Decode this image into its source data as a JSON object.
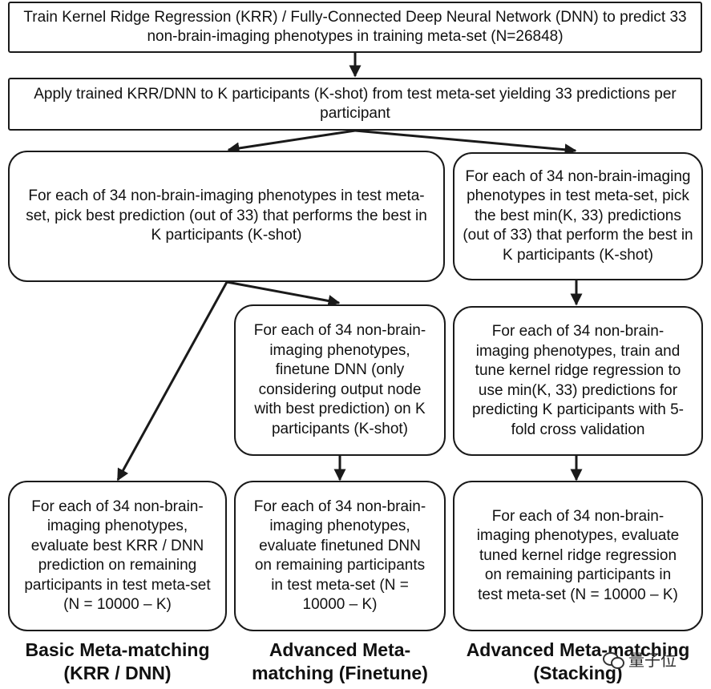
{
  "boxes": {
    "top": "Train Kernel Ridge Regression (KRR) / Fully-Connected Deep Neural Network (DNN) to predict 33 non-brain-imaging phenotypes in training meta-set (N=26848)",
    "apply": "Apply trained KRR/DNN to K participants (K-shot) from test meta-set yielding 33 predictions per participant",
    "pick_best": "For each of 34 non-brain-imaging phenotypes in test meta-set, pick best prediction (out of 33) that performs the best in K participants (K-shot)",
    "pick_min": "For each of 34 non-brain-imaging phenotypes in test meta-set, pick the best min(K, 33) predictions (out of 33) that perform the best in K participants (K-shot)",
    "finetune": "For each of 34 non-brain-imaging phenotypes, finetune DNN (only considering output node with best prediction) on K participants (K-shot)",
    "train_tune": "For each of 34 non-brain-imaging phenotypes, train and tune kernel ridge regression to use min(K, 33) predictions for predicting K participants with 5-fold cross validation",
    "eval_basic": "For each of 34 non-brain-imaging phenotypes, evaluate best KRR / DNN prediction on remaining participants in test meta-set (N = 10000 – K)",
    "eval_finetune": "For each of 34 non-brain-imaging phenotypes, evaluate finetuned DNN on remaining participants in test meta-set (N = 10000 – K)",
    "eval_stacking": "For each of 34 non-brain-imaging phenotypes, evaluate tuned kernel ridge regression on remaining participants in test meta-set (N = 10000 – K)"
  },
  "labels": {
    "basic": "Basic Meta-matching (KRR / DNN)",
    "finetune": "Advanced Meta-matching (Finetune)",
    "stacking": "Advanced Meta-matching (Stacking)"
  },
  "watermark": {
    "text": "量子位",
    "icon": "wechat-icon"
  }
}
